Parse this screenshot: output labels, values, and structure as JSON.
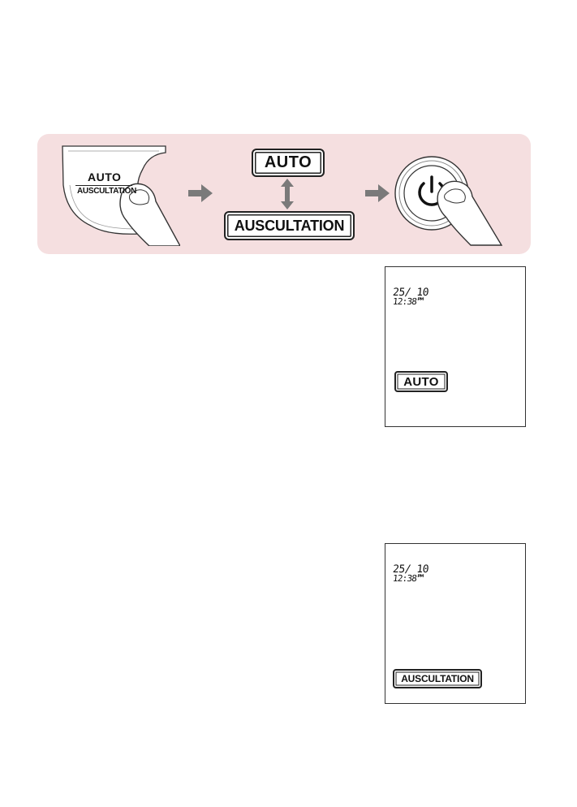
{
  "banner": {
    "background_color": "#f5dfe0",
    "step1": {
      "button_label_auto": "AUTO",
      "button_label_auscultation": "AUSCULTATION",
      "icon": "finger-press-icon"
    },
    "step2": {
      "mode_auto": "AUTO",
      "mode_auscultation": "AUSCULTATION",
      "icon": "double-arrow-vertical-icon"
    },
    "step3": {
      "icon": "power-button-icon"
    },
    "arrow_color": "#7a7a7a"
  },
  "displays": [
    {
      "date": "25/ 10",
      "time": "12:38",
      "ampm": "PM",
      "mode": "AUTO"
    },
    {
      "date": "25/ 10",
      "time": "12:38",
      "ampm": "PM",
      "mode": "AUSCULTATION"
    }
  ]
}
